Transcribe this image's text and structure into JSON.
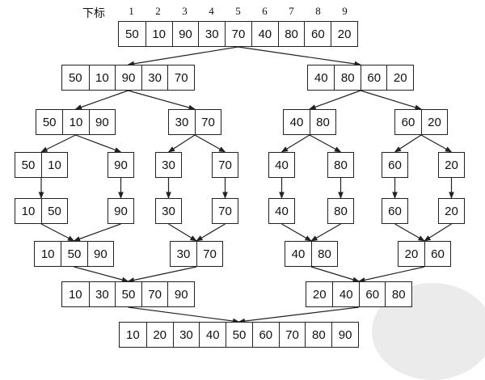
{
  "index_label": "下标",
  "indices": [
    "1",
    "2",
    "3",
    "4",
    "5",
    "6",
    "7",
    "8",
    "9"
  ],
  "levels": [
    [
      [
        "50",
        "10",
        "90",
        "30",
        "70",
        "40",
        "80",
        "60",
        "20"
      ]
    ],
    [
      [
        "50",
        "10",
        "90",
        "30",
        "70"
      ],
      [
        "40",
        "80",
        "60",
        "20"
      ]
    ],
    [
      [
        "50",
        "10",
        "90"
      ],
      [
        "30",
        "70"
      ],
      [
        "40",
        "80"
      ],
      [
        "60",
        "20"
      ]
    ],
    [
      [
        "50",
        "10"
      ],
      [
        "90"
      ],
      [
        "30"
      ],
      [
        "70"
      ],
      [
        "40"
      ],
      [
        "80"
      ],
      [
        "60"
      ],
      [
        "20"
      ]
    ],
    [
      [
        "10",
        "50"
      ],
      [
        "90"
      ],
      [
        "30"
      ],
      [
        "70"
      ],
      [
        "40"
      ],
      [
        "80"
      ],
      [
        "60"
      ],
      [
        "20"
      ]
    ],
    [
      [
        "10",
        "50",
        "90"
      ],
      [
        "30",
        "70"
      ],
      [
        "40",
        "80"
      ],
      [
        "20",
        "60"
      ]
    ],
    [
      [
        "10",
        "30",
        "50",
        "70",
        "90"
      ],
      [
        "20",
        "40",
        "60",
        "80"
      ]
    ],
    [
      [
        "10",
        "20",
        "30",
        "40",
        "50",
        "60",
        "70",
        "80",
        "90"
      ]
    ]
  ],
  "colors": {
    "stroke": "#222222",
    "text": "#111111",
    "background": "#ffffff"
  }
}
